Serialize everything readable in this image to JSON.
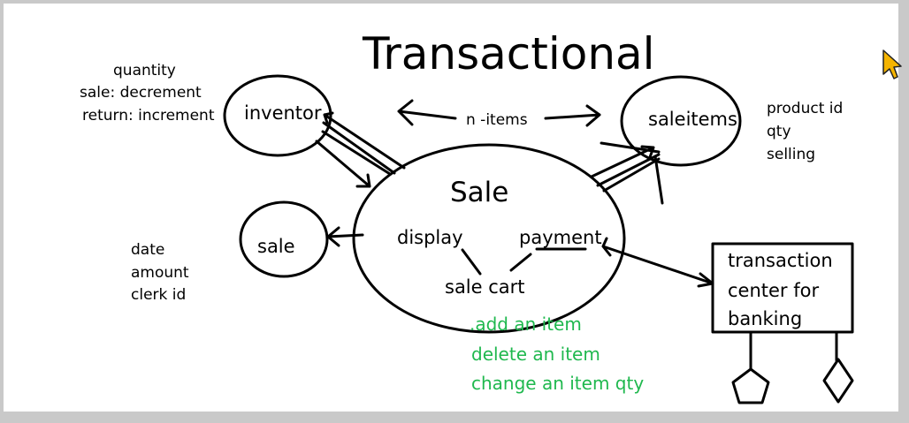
{
  "title": "Transactional",
  "nodes": {
    "inventory": "inventor",
    "saleitems": "saleitems",
    "sale_small": "sale",
    "sale_main": "Sale",
    "transaction": [
      "transaction",
      "center for",
      "banking"
    ]
  },
  "inventory_notes": [
    "quantity",
    "sale: decrement",
    "return: increment"
  ],
  "saleitems_notes": [
    "product id",
    "qty",
    "selling"
  ],
  "sale_notes": [
    "date",
    "amount",
    "clerk id"
  ],
  "relation_label": "n -items",
  "sale_parts": {
    "display": "display",
    "payment": "payment",
    "cart": "sale cart"
  },
  "cart_actions": [
    ".add an item",
    "delete an item",
    "change an item qty"
  ],
  "colors": {
    "ink": "#000000",
    "green": "#1fb84e",
    "background": "#ffffff",
    "frame": "#c9c9c9",
    "cursor": "#f5b400"
  },
  "icons": [
    "pointer-cursor-icon",
    "pentagon-shape",
    "diamond-shape"
  ]
}
